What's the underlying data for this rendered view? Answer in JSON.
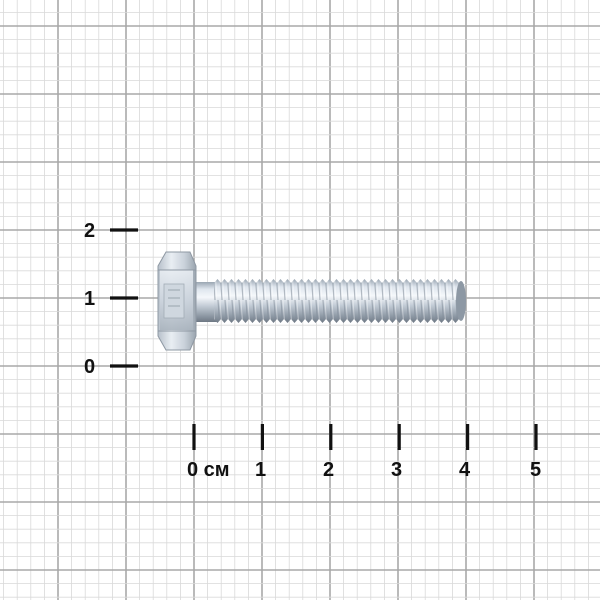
{
  "ruler": {
    "horizontal_labels": [
      "0 см",
      "1",
      "2",
      "3",
      "4",
      "5"
    ],
    "vertical_labels": [
      "0",
      "1",
      "2"
    ]
  },
  "colors": {
    "paper": "#ffffff",
    "grid_minor": "#d9d9d9",
    "grid_major": "#a8a8a8",
    "tick": "#111111",
    "bolt_metal": "#c9d2dc"
  },
  "object": {
    "name": "hex-bolt",
    "length_cm": 4,
    "head_height_cm": 1.5
  }
}
